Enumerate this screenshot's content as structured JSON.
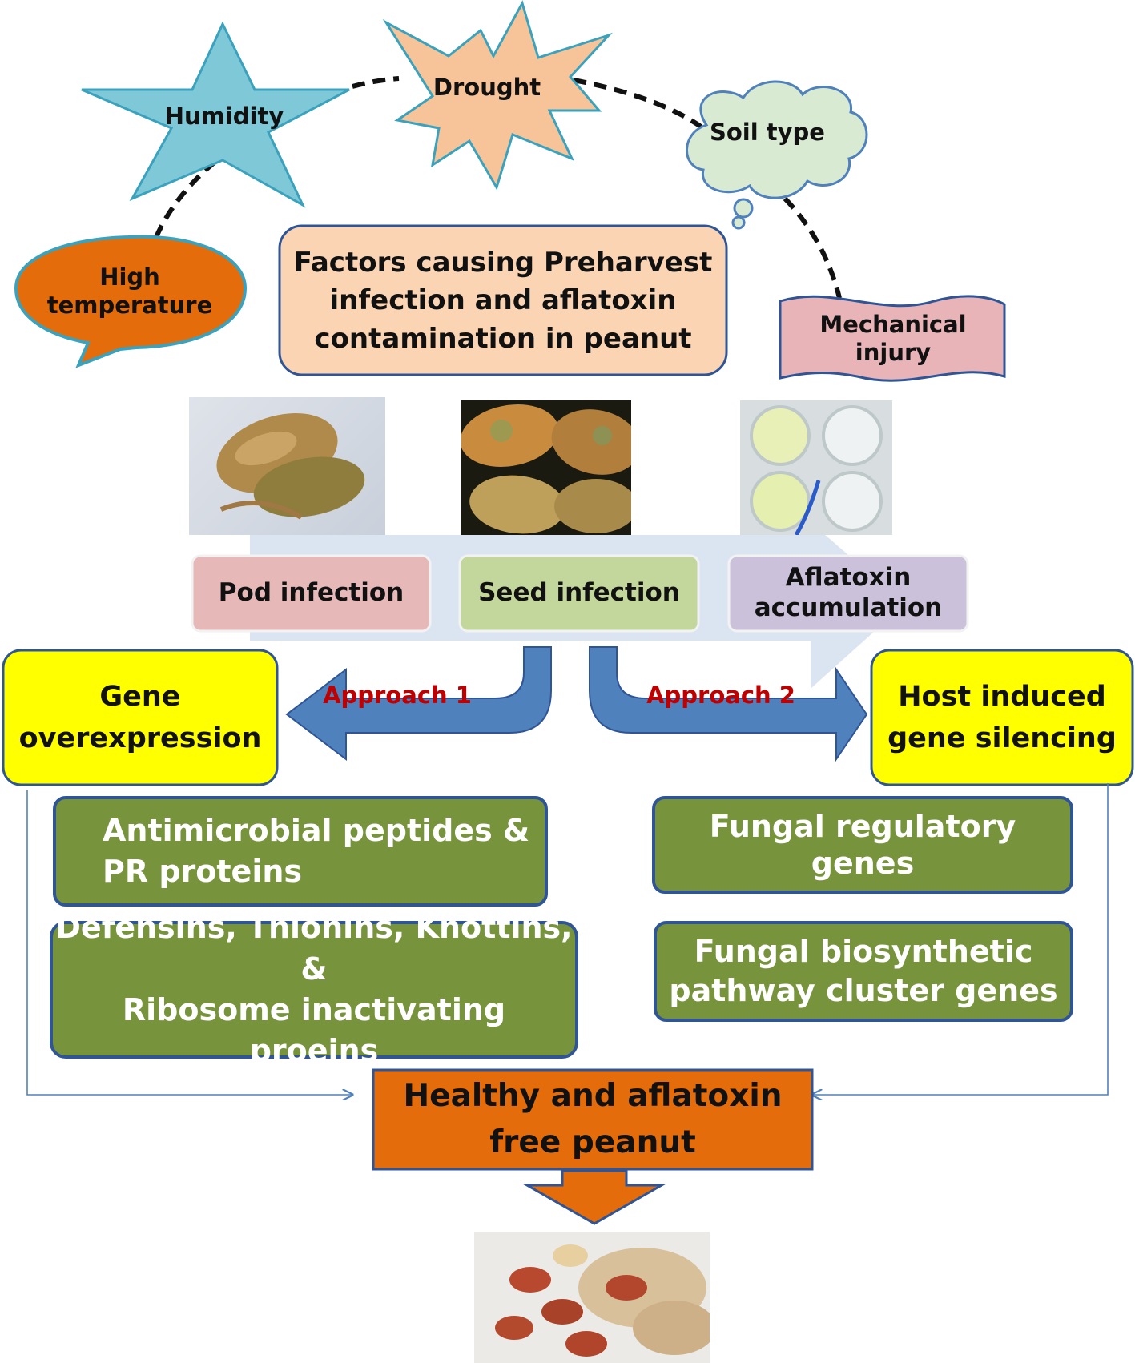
{
  "factors": {
    "title": "Factors causing Preharvest\ninfection and aflatoxin\ncontamination in peanut",
    "humidity": "Humidity",
    "drought": "Drought",
    "soil_type": "Soil type",
    "high_temperature": "High\ntemperature",
    "mechanical_injury": "Mechanical\ninjury"
  },
  "stages": {
    "pod": "Pod infection",
    "seed": "Seed infection",
    "aflatoxin": "Aflatoxin\naccumulation"
  },
  "approach1": {
    "label": "Approach 1",
    "strategy": "Gene\noverexpression",
    "item1": "Antimicrobial  peptides  &\nPR proteins",
    "item2": "Defensins, Thionins, Knottins, &\nRibosome  inactivating  proeins"
  },
  "approach2": {
    "label": "Approach 2",
    "strategy": "Host induced\ngene silencing",
    "item1": "Fungal  regulatory  genes",
    "item2": "Fungal  biosynthetic\npathway  cluster  genes"
  },
  "outcome": "Healthy and aflatoxin\nfree peanut",
  "photos": [
    "infected-pod-photo",
    "infected-seed-photo",
    "aflatoxin-assay-photo",
    "healthy-peanut-photo"
  ],
  "colors": {
    "star_blue": "#7ec8d8",
    "drought_orange": "#f7c49a",
    "soil_green": "#d9ead3",
    "temp_orange": "#e46c0a",
    "mech_pink": "#e8b4b8",
    "title_peach": "#fbd4b4",
    "pod_pink": "#e6b9b8",
    "seed_green": "#c3d69b",
    "afla_purple": "#ccc1da",
    "strategy_yellow": "#ffff00",
    "item_green": "#77933c",
    "outcome_orange": "#e46c0a",
    "arrow_blue": "#4f81bd",
    "approach_red": "#c00000"
  }
}
